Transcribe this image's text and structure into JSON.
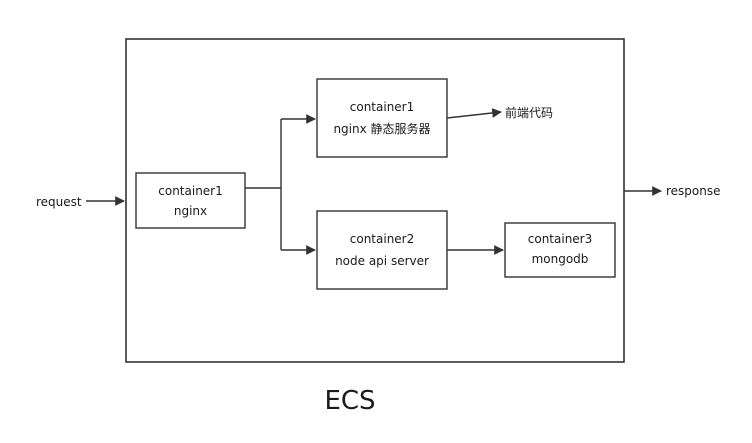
{
  "diagram": {
    "outer_label": "ECS",
    "external": {
      "request": "request",
      "response": "response",
      "frontend_code": "前端代码"
    },
    "nodes": {
      "nginx_entry": {
        "line1": "container1",
        "line2": "nginx"
      },
      "nginx_static": {
        "line1": "container1",
        "line2": "nginx 静态服务器"
      },
      "node_api": {
        "line1": "container2",
        "line2": "node api server"
      },
      "mongo": {
        "line1": "container3",
        "line2": "mongodb"
      }
    },
    "edges": [
      {
        "from": "request",
        "to": "nginx_entry"
      },
      {
        "from": "nginx_entry",
        "to": "nginx_static"
      },
      {
        "from": "nginx_entry",
        "to": "node_api"
      },
      {
        "from": "nginx_static",
        "to": "frontend_code"
      },
      {
        "from": "node_api",
        "to": "mongo"
      },
      {
        "from": "ecs",
        "to": "response"
      }
    ]
  }
}
